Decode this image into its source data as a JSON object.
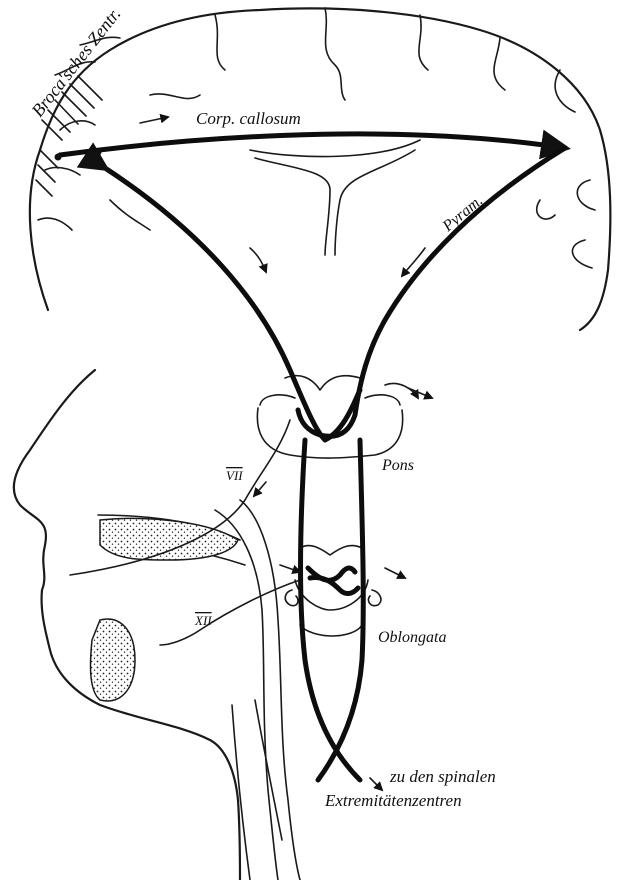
{
  "labels": {
    "broca": "Broca'sches Zentr.",
    "corpus_callosum": "Corp. callosum",
    "pyram": "Pyram.",
    "vii": "VII",
    "pons": "Pons",
    "xii": "XII",
    "oblongata": "Oblongata",
    "spinal_1": "zu den spinalen",
    "spinal_2": "Extremitätenzentren"
  },
  "colors": {
    "ink": "#111111",
    "paper": "#ffffff"
  }
}
